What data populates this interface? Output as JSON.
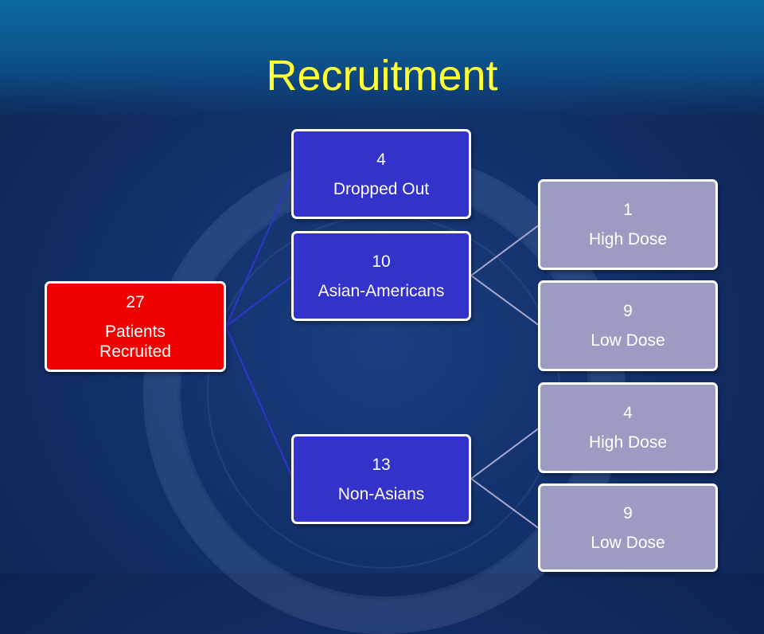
{
  "title": "Recruitment",
  "tree": {
    "root": {
      "number": "27",
      "label": "Patients Recruited"
    },
    "groups": [
      {
        "number": "4",
        "label": "Dropped Out",
        "children": []
      },
      {
        "number": "10",
        "label": "Asian-Americans",
        "children": [
          {
            "number": "1",
            "label": "High Dose"
          },
          {
            "number": "9",
            "label": "Low Dose"
          }
        ]
      },
      {
        "number": "13",
        "label": "Non-Asians",
        "children": [
          {
            "number": "4",
            "label": "High Dose"
          },
          {
            "number": "9",
            "label": "Low Dose"
          }
        ]
      }
    ]
  },
  "colors": {
    "title": "#ffff33",
    "root": "#f20000",
    "group": "#3333cc",
    "leaf": "#9c9cc2",
    "root_links": "#3333cc",
    "leaf_links": "#a9a9d0"
  }
}
